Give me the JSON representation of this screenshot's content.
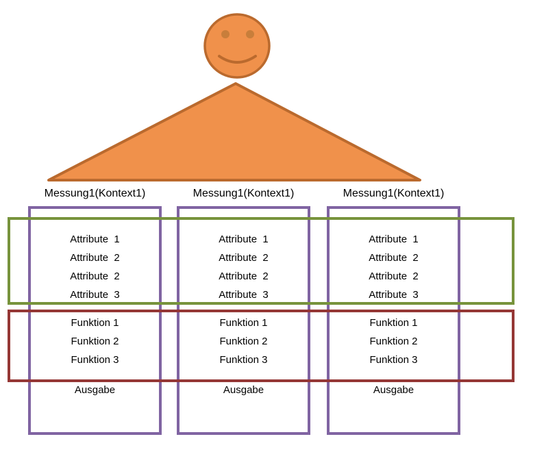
{
  "colors": {
    "background": "#FFFFFF",
    "person_fill": "#F0914B",
    "person_outline": "#BA6A2E",
    "person_eye": "#C17A38",
    "column_outline": "#8064A2",
    "attributes_band_outline": "#77933C",
    "functions_band_outline": "#953735",
    "text": "#000000"
  },
  "icons": {
    "person": "smiley-face-person-icon"
  },
  "columns": [
    {
      "title": "Messung1(Kontext1)",
      "attributes": [
        "Attribute  1",
        "Attribute  2",
        "Attribute  2",
        "Attribute  3"
      ],
      "functions": [
        "Funktion 1",
        "Funktion 2",
        "Funktion 3"
      ],
      "output": "Ausgabe"
    },
    {
      "title": "Messung1(Kontext1)",
      "attributes": [
        "Attribute  1",
        "Attribute  2",
        "Attribute  2",
        "Attribute  3"
      ],
      "functions": [
        "Funktion 1",
        "Funktion 2",
        "Funktion 3"
      ],
      "output": "Ausgabe"
    },
    {
      "title": "Messung1(Kontext1)",
      "attributes": [
        "Attribute  1",
        "Attribute  2",
        "Attribute  2",
        "Attribute  3"
      ],
      "functions": [
        "Funktion 1",
        "Funktion 2",
        "Funktion 3"
      ],
      "output": "Ausgabe"
    }
  ]
}
